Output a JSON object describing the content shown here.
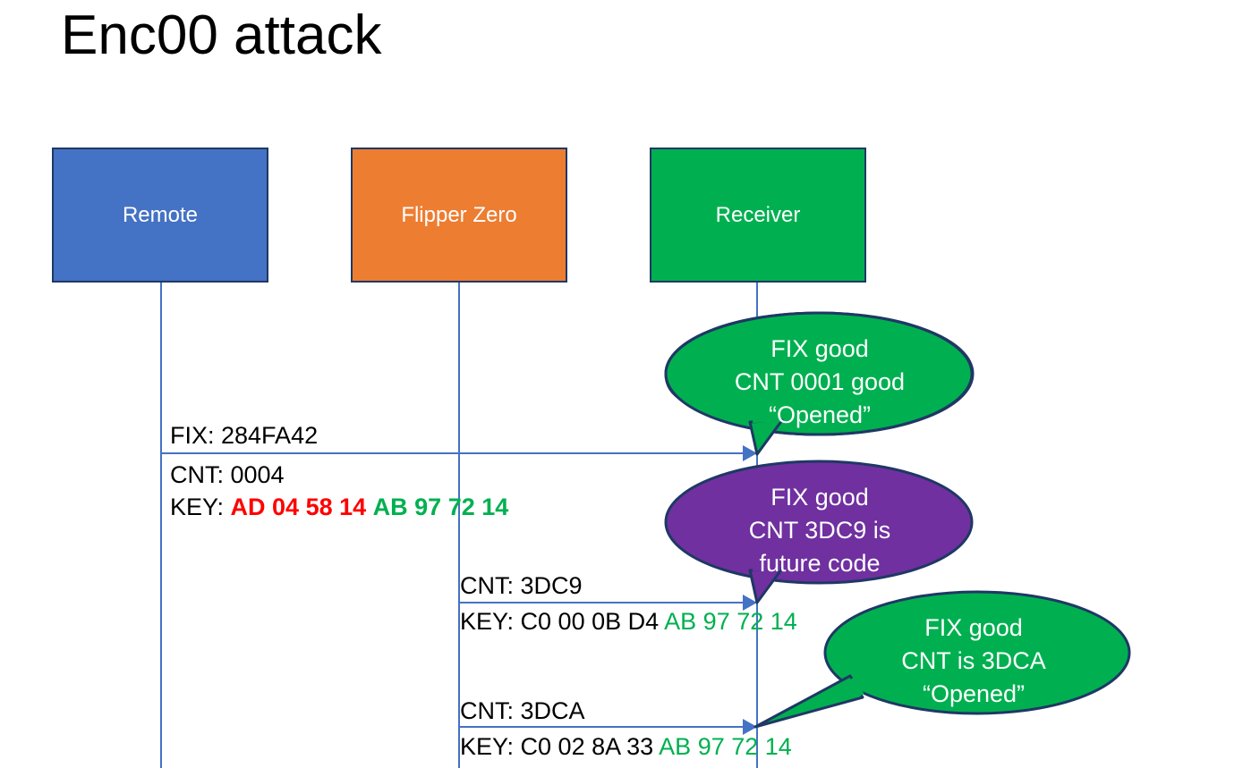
{
  "slide": {
    "title": "Enc00 attack"
  },
  "actors": [
    {
      "label": "Remote",
      "color": "#4472C4"
    },
    {
      "label": "Flipper Zero",
      "color": "#ED7D31"
    },
    {
      "label": "Receiver",
      "color": "#00B050"
    }
  ],
  "messages": [
    {
      "from": "Remote",
      "to": "Receiver",
      "label_fix": "FIX: 284FA42",
      "label_cnt": "CNT: 0004",
      "key_prefix": "KEY: ",
      "key_part_red": "AD 04 58 14",
      "key_part_green": "AB 97 72 14"
    },
    {
      "from": "Flipper Zero",
      "to": "Receiver",
      "label_cnt": "CNT: 3DC9",
      "key_prefix": "KEY: C0 00 0B D4 ",
      "key_part_green": "AB 97 72 14"
    },
    {
      "from": "Flipper Zero",
      "to": "Receiver",
      "label_cnt": "CNT: 3DCA",
      "key_prefix": "KEY: C0 02 8A 33 ",
      "key_part_green": "AB 97 72 14"
    }
  ],
  "bubbles": [
    {
      "color": "#00B050",
      "line1": "FIX good",
      "line2": "CNT 0001 good",
      "line3": "“Opened”"
    },
    {
      "color": "#7030A0",
      "line1": "FIX good",
      "line2": "CNT 3DC9 is",
      "line3": "future code"
    },
    {
      "color": "#00B050",
      "line1": "FIX good",
      "line2": "CNT is 3DCA",
      "line3": "“Opened”"
    }
  ],
  "colors": {
    "red": "#FF0000",
    "green": "#00B050",
    "purple": "#7030A0",
    "blue": "#4472C4",
    "orange": "#ED7D31",
    "outline": "#1F3864"
  }
}
